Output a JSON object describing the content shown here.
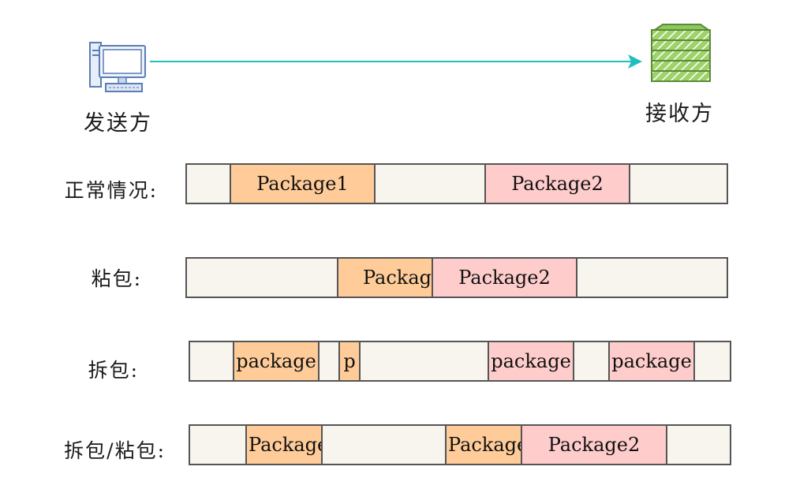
{
  "sender": {
    "label": "发送方",
    "icon": "computer-icon"
  },
  "receiver": {
    "label": "接收方",
    "icon": "server-icon"
  },
  "arrow_color": "#1fbfbf",
  "colors": {
    "package1": "#ffcc99",
    "package2": "#ffcccc",
    "strip": "#f8f5ee"
  },
  "rows": [
    {
      "label": "正常情况:",
      "segments": [
        "Package1",
        "Package2"
      ]
    },
    {
      "label": "粘包:",
      "segments": [
        "Packag",
        "Package2"
      ]
    },
    {
      "label": "拆包:",
      "segments": [
        "package",
        "p",
        "package",
        "package"
      ]
    },
    {
      "label": "拆包/粘包:",
      "segments": [
        "Package",
        "Package",
        "Package2"
      ]
    }
  ]
}
